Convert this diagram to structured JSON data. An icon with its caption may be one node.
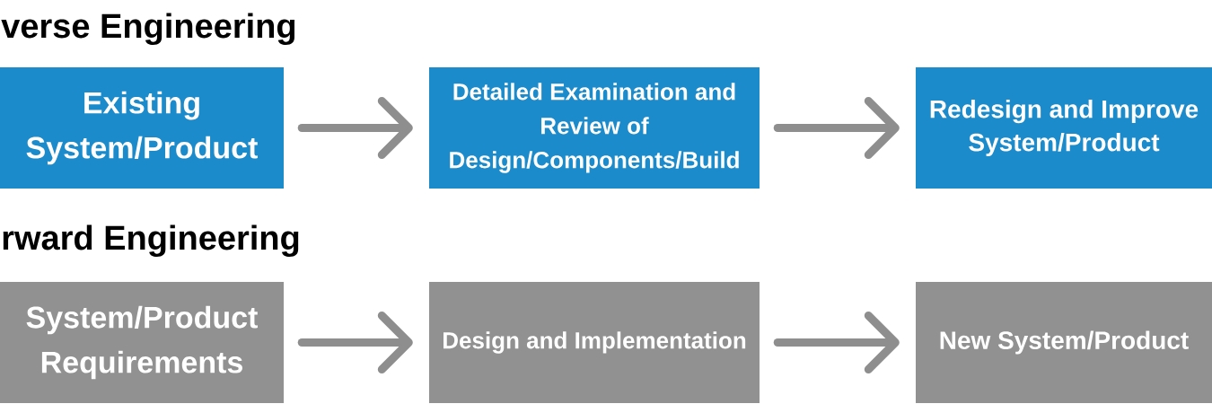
{
  "diagram": {
    "nodes": [
      {
        "text": [
          "Existing System/Product"
        ]
      },
      {
        "text": [
          "Detailed Examination and Review of Design/Components/Build"
        ]
      },
      {
        "text": [
          "Redesign and Improve System/Product"
        ]
      },
      {
        "text": [
          "System/Product Requirements"
        ]
      },
      {
        "text": [
          "Design and Implementation"
        ]
      },
      {
        "text": [
          "New System/Product"
        ]
      }
    ],
    "edges": [
      {
        "from": 0,
        "to": 1,
        "arrow": "to"
      },
      {
        "from": 1,
        "to": 2,
        "arrow": "to"
      },
      {
        "from": 3,
        "to": 4,
        "arrow": "to"
      },
      {
        "from": 4,
        "to": 5,
        "arrow": "to"
      }
    ],
    "labels": [
      "verse Engineering",
      "rward Engineering"
    ]
  }
}
